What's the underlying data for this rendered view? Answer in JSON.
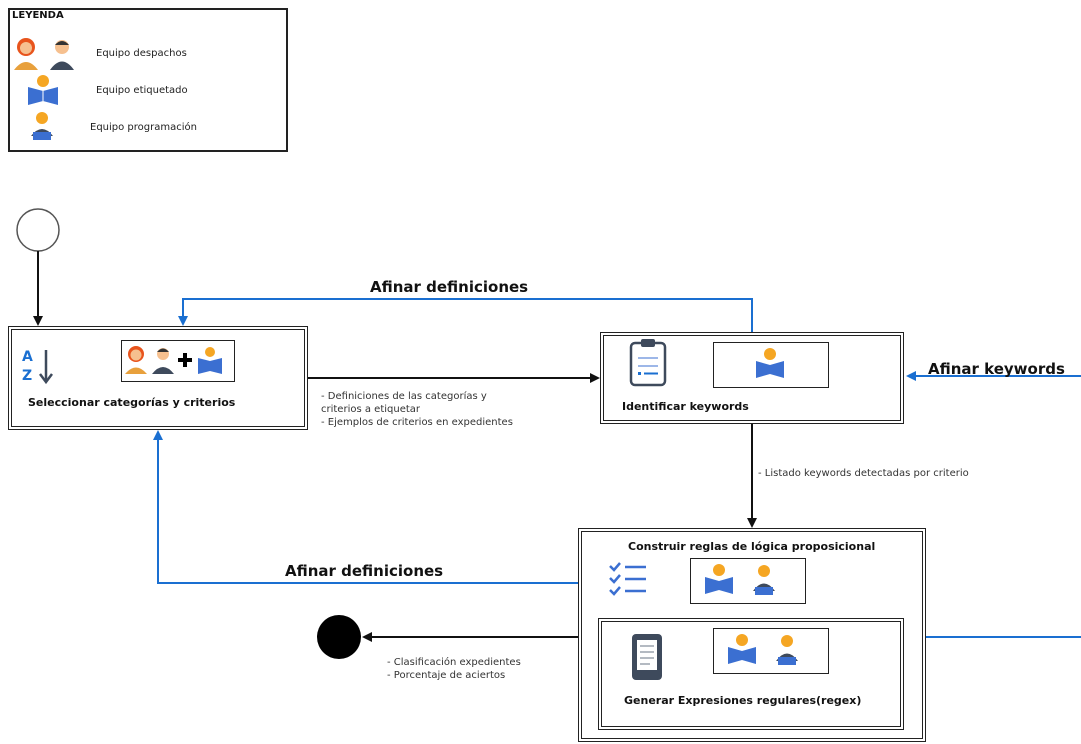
{
  "legend": {
    "title": "LEYENDA",
    "items": [
      {
        "label": "Equipo despachos"
      },
      {
        "label": "Equipo etiquetado"
      },
      {
        "label": "Equipo programación"
      }
    ]
  },
  "processes": {
    "select": {
      "label": "Seleccionar categorías y criterios"
    },
    "keywords": {
      "label": "Identificar keywords"
    },
    "rules": {
      "label": "Construir reglas de lógica proposicional"
    },
    "regex": {
      "label": "Generar Expresiones regulares(regex)"
    }
  },
  "flows": {
    "select_to_keywords": {
      "line1": "- Definiciones de las categorías y",
      "line2": "criterios a etiquetar",
      "line3": "- Ejemplos de criterios en expedientes"
    },
    "keywords_to_rules": {
      "line1": "- Listado keywords detectadas por criterio"
    },
    "rules_to_end": {
      "line1": "- Clasificación expedientes",
      "line2": "- Porcentaje de aciertos"
    }
  },
  "feedback": {
    "top": "Afinar definiciones",
    "middle": "Afinar definiciones",
    "right": "Afinar keywords"
  },
  "colors": {
    "feedback": "#1a6fd1",
    "flow": "#111111",
    "accent_orange": "#f5a623",
    "book_blue": "#3b6fd1"
  }
}
